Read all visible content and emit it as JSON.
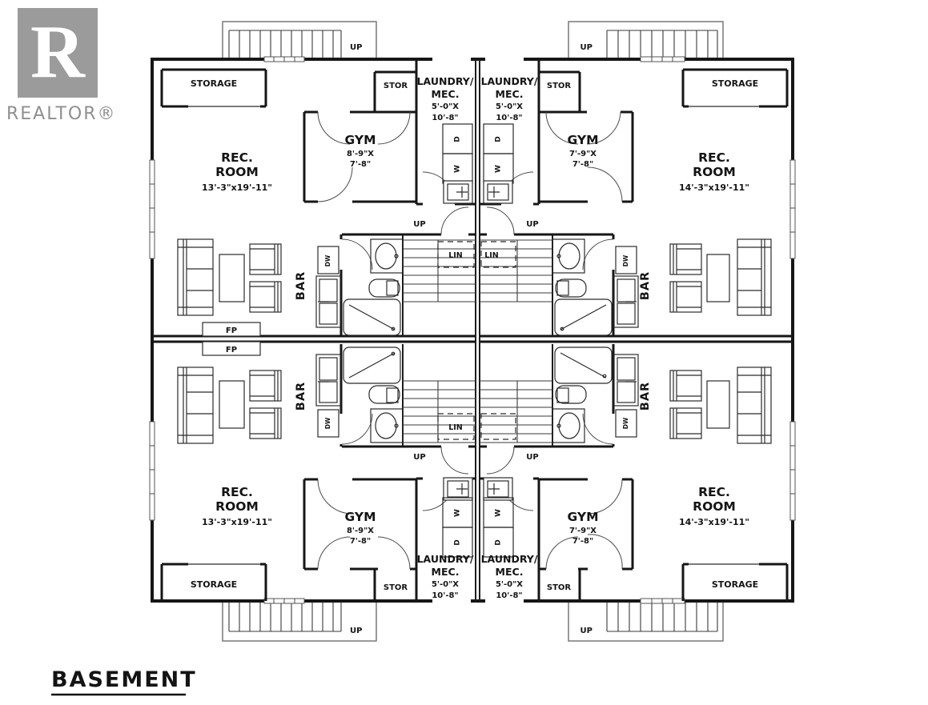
{
  "branding": {
    "logo_letter": "R",
    "logo_caption": "REALTOR®",
    "logo_color": "#9b9b9b"
  },
  "plan_title": "BASEMENT",
  "labels": {
    "up": "UP",
    "lin": "LIN",
    "bar": "BAR",
    "dw": "DW",
    "fp": "FP",
    "washer": "W",
    "dryer": "D",
    "stor": "STOR",
    "storage": "STORAGE"
  },
  "rooms": {
    "rec_left": {
      "line1": "REC.",
      "line2": "ROOM",
      "dims": "13'-3\"x19'-11\""
    },
    "rec_right": {
      "line1": "REC.",
      "line2": "ROOM",
      "dims": "14'-3\"x19'-11\""
    },
    "gym_left": {
      "name": "GYM",
      "dim1": "8'-9\"X",
      "dim2": "7'-8\""
    },
    "gym_right": {
      "name": "GYM",
      "dim1": "7'-9\"X",
      "dim2": "7'-8\""
    },
    "laundry": {
      "line1": "LAUNDRY/",
      "line2": "MEC.",
      "dim1": "5'-0\"X",
      "dim2": "10'-8\""
    }
  }
}
